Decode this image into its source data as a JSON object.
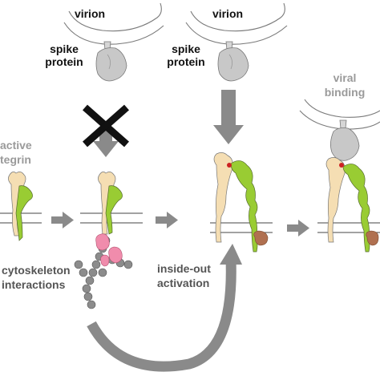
{
  "labels": {
    "virion_1": "virion",
    "virion_2": "virion",
    "spike_1_line1": "spike",
    "spike_1_line2": "protein",
    "spike_2_line1": "spike",
    "spike_2_line2": "protein",
    "active_tegrin_line1": "active",
    "active_tegrin_line2": "tegrin",
    "viral_binding_line1": "viral",
    "viral_binding_line2": "binding",
    "cytoskeleton_line1": "cytoskeleton",
    "cytoskeleton_line2": "interactions",
    "inside_out_line1": "inside-out",
    "inside_out_line2": "activation"
  },
  "colors": {
    "arrow": "#8a8a8a",
    "spike": "#c8c8c8",
    "integrin_alpha": "#f5deb3",
    "integrin_beta": "#99cc33",
    "cytoskeleton": "#8c8c8c",
    "cytoskeleton_partner": "#f08cac",
    "blocked_cross": "#111111",
    "binding_site": "#cc2222",
    "cyto_tail_partner": "#b07050"
  }
}
